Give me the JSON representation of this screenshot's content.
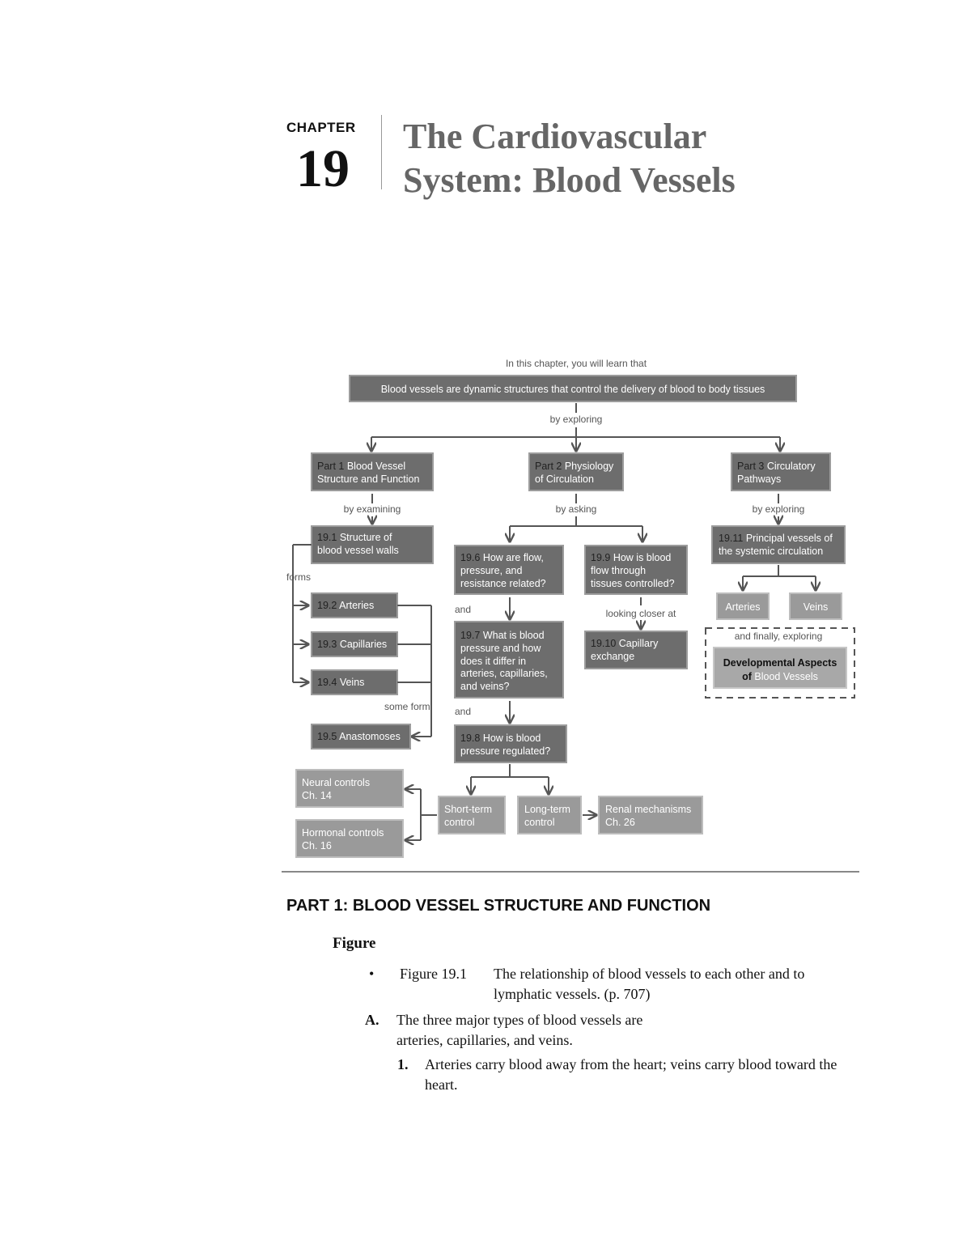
{
  "chapter": {
    "label": "CHAPTER",
    "number": "19",
    "title_line1": "The Cardiovascular",
    "title_line2": "System: Blood Vessels"
  },
  "diagram": {
    "intro": "In this chapter, you will learn that",
    "top_box": "Blood vessels are dynamic structures that control the delivery of blood to body tissues",
    "by_exploring": "by exploring",
    "part1": {
      "prefix": "Part 1",
      "line1": " Blood Vessel",
      "line2": "Structure and Function",
      "connector": "by examining"
    },
    "part2": {
      "prefix": "Part 2",
      "line1": " Physiology",
      "line2": "of Circulation",
      "connector": "by asking"
    },
    "part3": {
      "prefix": "Part 3",
      "line1": " Circulatory",
      "line2": "Pathways",
      "connector": "by exploring"
    },
    "s19_1": {
      "num": "19.1",
      "line1": " Structure of",
      "line2": "blood vessel walls"
    },
    "forms": "forms",
    "s19_2": {
      "num": "19.2",
      "text": " Arteries"
    },
    "s19_3": {
      "num": "19.3",
      "text": " Capillaries"
    },
    "s19_4": {
      "num": "19.4",
      "text": " Veins"
    },
    "some_form": "some form",
    "s19_5": {
      "num": "19.5",
      "text": " Anastomoses"
    },
    "s19_6": {
      "num": "19.6",
      "line1": " How are flow,",
      "line2": "pressure, and",
      "line3": "resistance related?"
    },
    "and1": "and",
    "s19_7": {
      "num": "19.7",
      "line1": " What is blood",
      "line2": "pressure and how",
      "line3": "does it differ in",
      "line4": "arteries, capillaries,",
      "line5": "and veins?"
    },
    "and2": "and",
    "s19_8": {
      "num": "19.8",
      "line1": " How is blood",
      "line2": "pressure regulated?"
    },
    "s19_9": {
      "num": "19.9",
      "line1": " How is blood",
      "line2": "flow through",
      "line3": "tissues controlled?"
    },
    "looking_closer": "looking closer at",
    "s19_10": {
      "num": "19.10",
      "line1": " Capillary",
      "line2": "exchange"
    },
    "s19_11": {
      "num": "19.11",
      "line1": " Principal vessels of",
      "line2": "the systemic circulation"
    },
    "arteries": "Arteries",
    "veins": "Veins",
    "and_finally": "and finally, exploring",
    "dev_aspects": {
      "line1": "Developmental Aspects",
      "line2a": "of",
      "line2b": " Blood Vessels"
    },
    "neural": {
      "line1": "Neural controls",
      "line2": "Ch. 14"
    },
    "hormonal": {
      "line1": "Hormonal controls",
      "line2": "Ch. 16"
    },
    "short_term": {
      "line1": "Short-term",
      "line2": "control"
    },
    "long_term": {
      "line1": "Long-term",
      "line2": "control"
    },
    "renal": {
      "line1": "Renal mechanisms",
      "line2": "Ch. 26"
    }
  },
  "part_heading": "PART 1:  BLOOD VESSEL STRUCTURE AND FUNCTION",
  "figure_heading": "Figure",
  "bullet": {
    "symbol": "•",
    "ref": "Figure 19.1",
    "text": "The relationship of blood vessels to each other and to lymphatic vessels. (p. 707)"
  },
  "item_a": {
    "letter": "A.",
    "text": "The three major types of blood vessels are arteries, capillaries, and veins."
  },
  "item_1": {
    "num": "1.",
    "text": "Arteries carry blood away from the heart; veins carry blood toward the heart."
  }
}
